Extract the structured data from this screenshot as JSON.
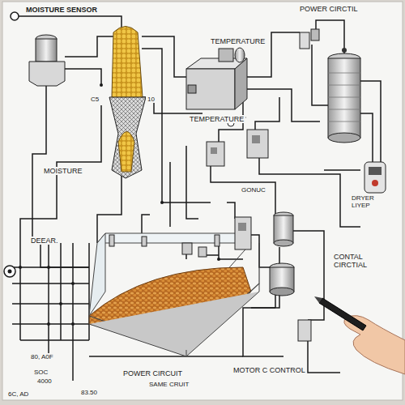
{
  "diagram": {
    "labels": [
      "MOISTURE SENSOR",
      "C5",
      "10",
      "TEMPERATURE",
      "POWER CIRCTIL",
      "TEMPERATURE",
      "MOISTURE",
      "GONUC",
      "DRYER LIYEP",
      "CONTAL CIRCTIAL",
      "DEEAR.",
      "POWER CIRCUIT",
      "MOTOR C CONTROL",
      "SAME CRUIT",
      "80, A0F",
      "SOC",
      "4000",
      "6C, AD",
      "83.50"
    ]
  }
}
